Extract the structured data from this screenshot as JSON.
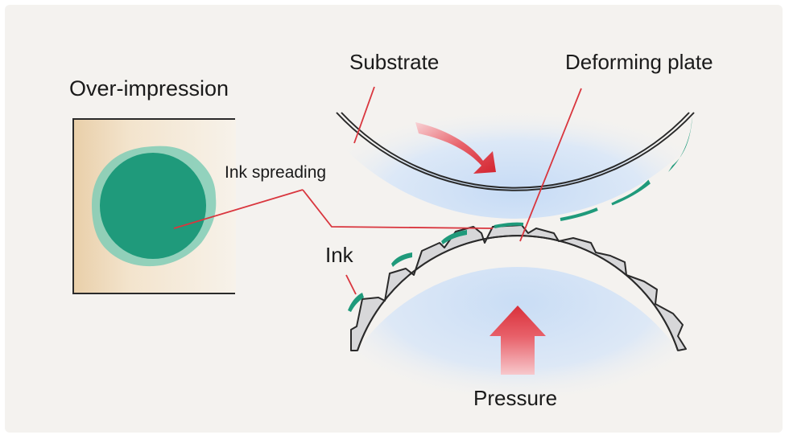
{
  "labels": {
    "over_impression": "Over-impression",
    "ink_spreading": "Ink spreading",
    "substrate": "Substrate",
    "deforming_plate": "Deforming plate",
    "ink": "Ink",
    "pressure": "Pressure"
  },
  "colors": {
    "background": "#f4f2ef",
    "ink_green": "#1f9a7b",
    "ink_halo": "#7ccab4",
    "paper_tan": "#ecd3b0",
    "leader_red": "#d9363e",
    "arrow_red": "#d92f3a",
    "roller_blue": "#cfe0f5",
    "plate_gray": "#d6d6d8",
    "outline": "#2a2a2a"
  }
}
